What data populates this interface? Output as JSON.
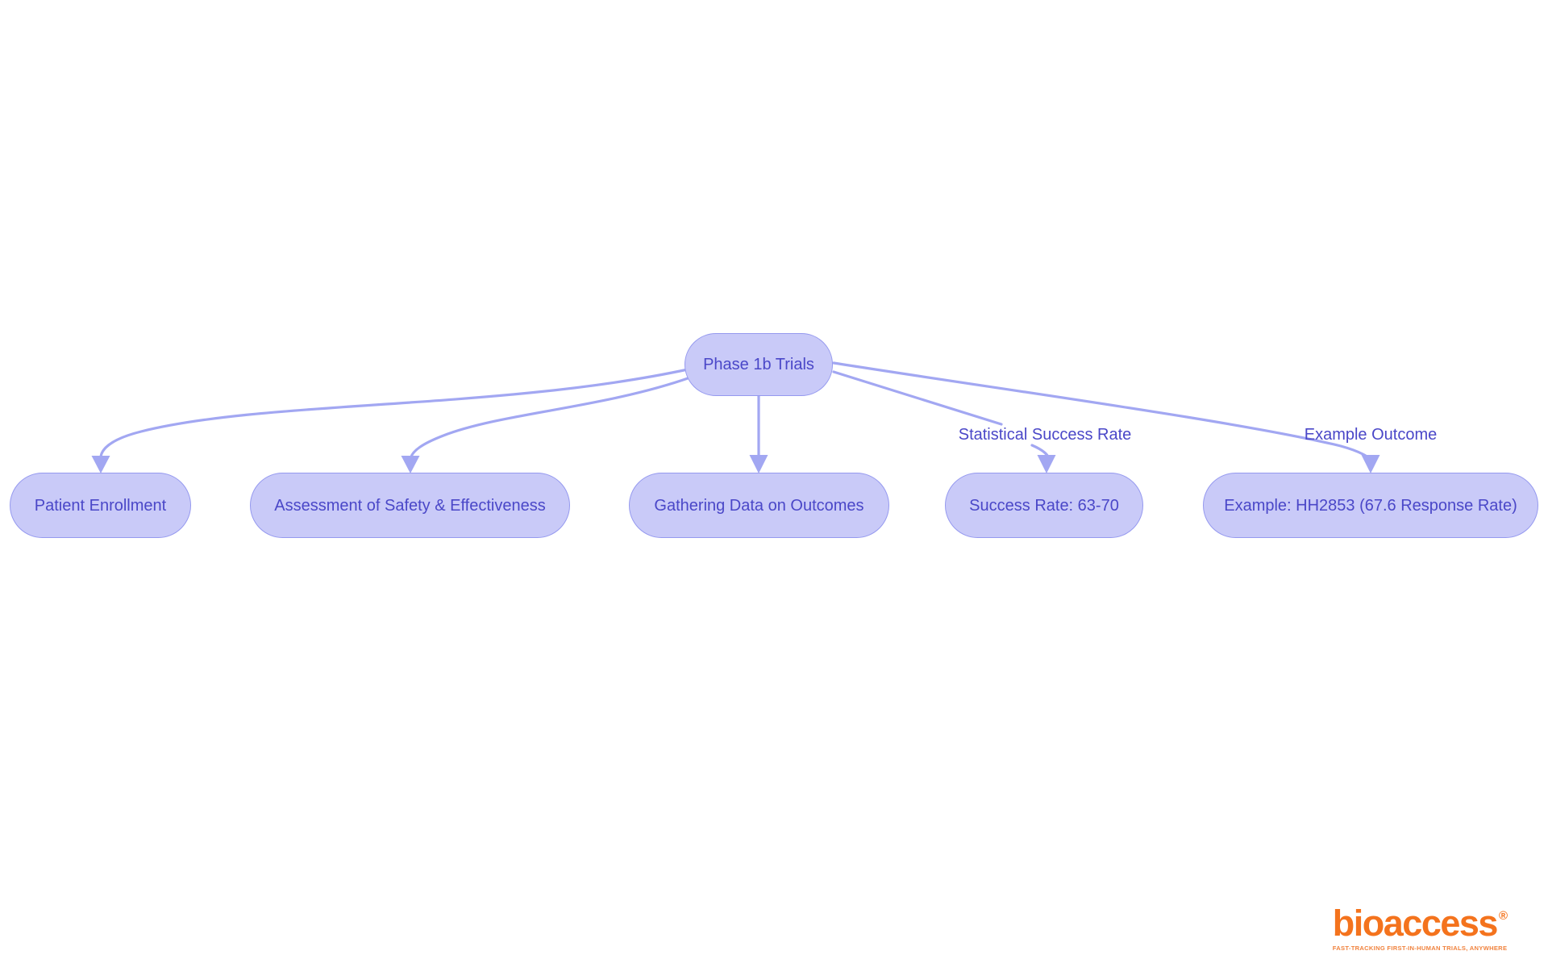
{
  "colors": {
    "background": "#ffffff",
    "node-fill": "#c9caf8",
    "node-border": "#9599ef",
    "node-text": "#4a47c8",
    "edge-line": "#a2a7f2",
    "edge-label-text": "#4a47c8",
    "brand-orange": "#f4731d",
    "tagline-orange": "#f0823d"
  },
  "diagram": {
    "root": {
      "label": "Phase 1b Trials"
    },
    "nodes": [
      {
        "label": "Patient Enrollment"
      },
      {
        "label": "Assessment of Safety & Effectiveness"
      },
      {
        "label": "Gathering Data on Outcomes"
      },
      {
        "label": "Success Rate: 63-70"
      },
      {
        "label": "Example: HH2853 (67.6 Response Rate)"
      }
    ],
    "edge_labels": [
      {
        "text": "Statistical Success Rate"
      },
      {
        "text": "Example Outcome"
      }
    ]
  },
  "logo": {
    "brand": "bioaccess",
    "registered_mark": "®",
    "tagline": "FAST-TRACKING FIRST-IN-HUMAN TRIALS, ANYWHERE"
  }
}
